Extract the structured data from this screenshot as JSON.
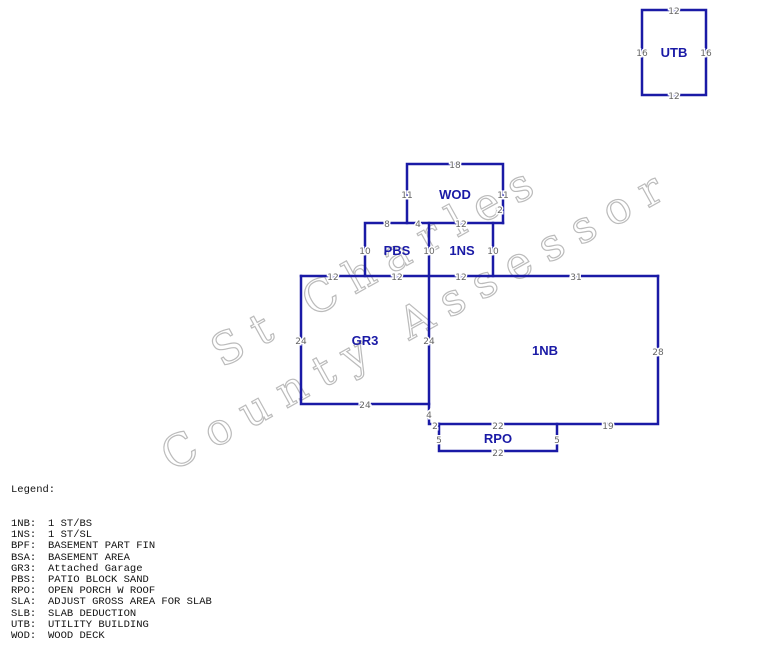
{
  "watermark": {
    "line1": "St Charles",
    "line2": "County Assessor"
  },
  "areas": {
    "utb": {
      "label": "UTB",
      "dims": [
        "12",
        "16",
        "16",
        "12"
      ]
    },
    "wod": {
      "label": "WOD",
      "dims": [
        "18",
        "11",
        "11",
        "2"
      ]
    },
    "pbs": {
      "label": "PBS",
      "dims": [
        "8",
        "4",
        "10",
        "10"
      ]
    },
    "ns1": {
      "label": "1NS",
      "dims": [
        "12",
        "10"
      ]
    },
    "gr3": {
      "label": "GR3",
      "dims": [
        "12",
        "12",
        "24",
        "24",
        "24"
      ]
    },
    "nb1": {
      "label": "1NB",
      "dims": [
        "12",
        "31",
        "28",
        "19",
        "22",
        "4",
        "2"
      ]
    },
    "rpo": {
      "label": "RPO",
      "dims": [
        "5",
        "5",
        "22"
      ]
    }
  },
  "legend": {
    "title": "Legend:",
    "items": [
      {
        "code": "1NB:",
        "desc": "1 ST/BS"
      },
      {
        "code": "1NS:",
        "desc": "1 ST/SL"
      },
      {
        "code": "BPF:",
        "desc": "BASEMENT PART FIN"
      },
      {
        "code": "BSA:",
        "desc": "BASEMENT AREA"
      },
      {
        "code": "GR3:",
        "desc": "Attached Garage"
      },
      {
        "code": "PBS:",
        "desc": "PATIO BLOCK SAND"
      },
      {
        "code": "RPO:",
        "desc": "OPEN PORCH W ROOF"
      },
      {
        "code": "SLA:",
        "desc": "ADJUST GROSS AREA FOR SLAB"
      },
      {
        "code": "SLB:",
        "desc": "SLAB DEDUCTION"
      },
      {
        "code": "UTB:",
        "desc": "UTILITY BUILDING"
      },
      {
        "code": "WOD:",
        "desc": "WOOD DECK"
      }
    ]
  }
}
